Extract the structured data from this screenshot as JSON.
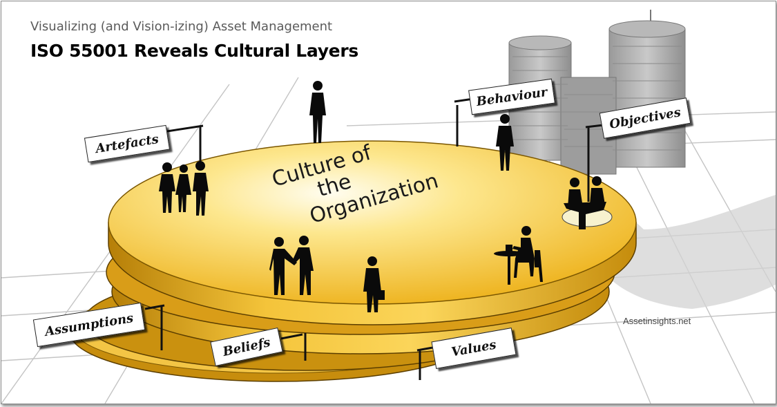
{
  "header": {
    "subtitle": "Visualizing (and Vision-izing) Asset Management",
    "title": "ISO 55001 Reveals Cultural Layers"
  },
  "center_label": {
    "line1": "Culture of",
    "line2": "the",
    "line3": "Organization"
  },
  "signs": {
    "artefacts": "Artefacts",
    "behaviour": "Behaviour",
    "objectives": "Objectives",
    "assumptions": "Assumptions",
    "beliefs": "Beliefs",
    "values": "Values"
  },
  "watermark": "Assetinsights.net",
  "colors": {
    "disc_top": "#f5c438",
    "disc_highlight": "#fffde6",
    "disc_edge": "#e1a415",
    "disc_dark": "#b07a08",
    "building_grey": "#a7a7a7",
    "grid_grey": "#c4c4c4",
    "figure": "#0a0a0a"
  }
}
